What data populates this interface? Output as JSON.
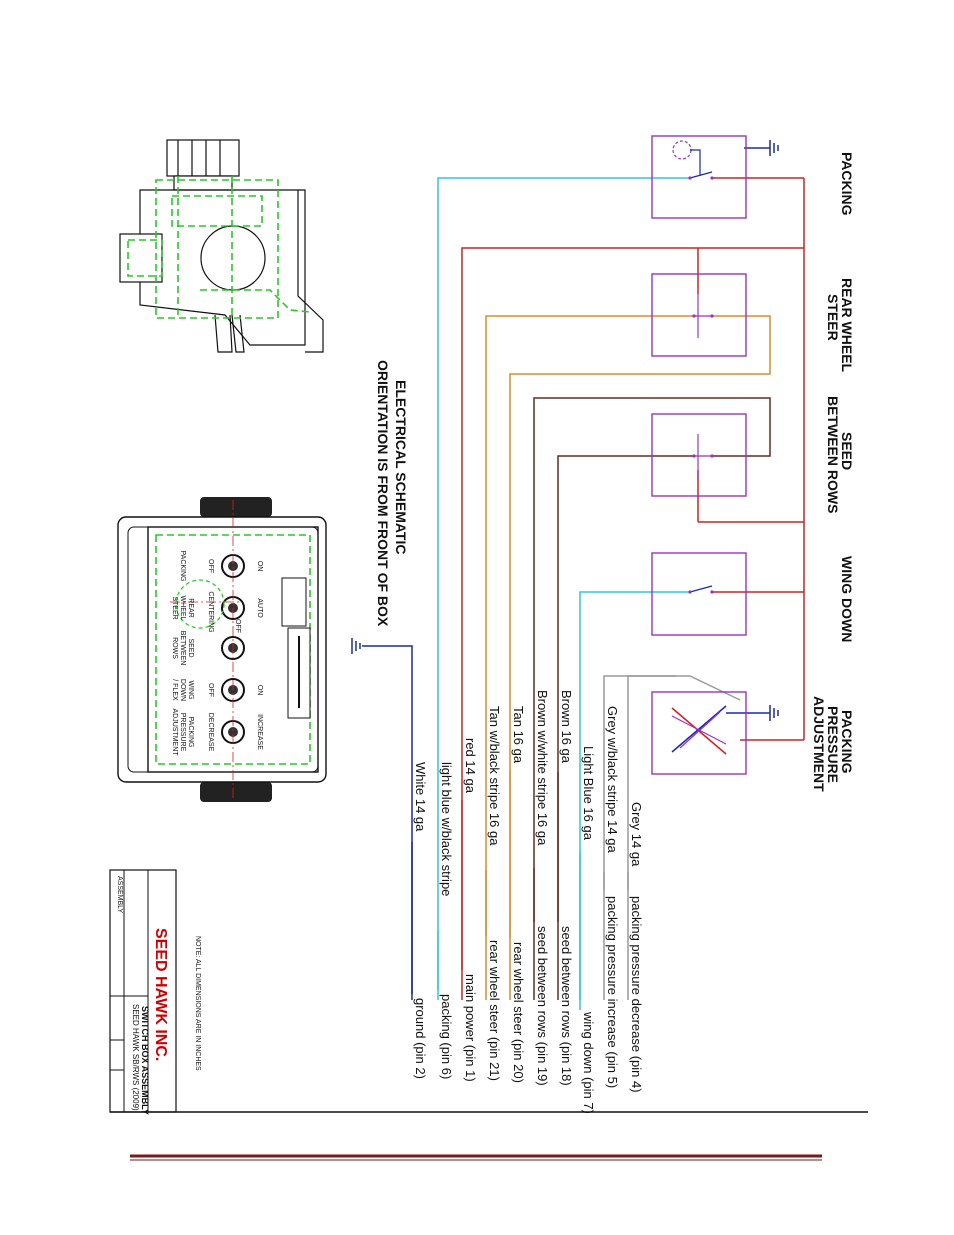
{
  "switch_headers": [
    {
      "id": "packing",
      "lines": [
        "PACKING"
      ]
    },
    {
      "id": "rear-wheel-steer",
      "lines": [
        "REAR WHEEL",
        "STEER"
      ]
    },
    {
      "id": "seed-between-rows",
      "lines": [
        "SEED",
        "BETWEEN ROWS"
      ]
    },
    {
      "id": "wing-down",
      "lines": [
        "WING DOWN"
      ]
    },
    {
      "id": "packing-pressure-adjustment",
      "lines": [
        "PACKING",
        "PRESSURE",
        "ADJUSTMENT"
      ]
    }
  ],
  "orientation_note": [
    "ELECTRICAL SCHEMATIC",
    "ORIENTATION IS FROM FRONT OF BOX"
  ],
  "wires": [
    {
      "id": "grey",
      "color": "#9a9a9a",
      "wire": "Grey 14 ga",
      "function": "packing pressure decrease (pin 4)"
    },
    {
      "id": "grey-black",
      "color": "#9a9a9a",
      "wire": "Grey w/black stripe 14 ga",
      "function": "packing pressure increase (pin 5)"
    },
    {
      "id": "light-blue",
      "color": "#2ec4e8",
      "wire": "Light Blue 16 ga",
      "function": "wing down (pin 7)"
    },
    {
      "id": "brown",
      "color": "#6b2a1a",
      "wire": "Brown 16 ga",
      "function": "seed between rows (pin 18)"
    },
    {
      "id": "brown-white",
      "color": "#6b2a1a",
      "wire": "Brown w/white stripe 16 ga",
      "function": "seed between rows (pin 19)"
    },
    {
      "id": "tan",
      "color": "#e08a2a",
      "wire": "Tan 16 ga",
      "function": "rear wheel steer (pin 20)"
    },
    {
      "id": "tan-black",
      "color": "#e08a2a",
      "wire": "Tan w/black stripe 16 ga",
      "function": "rear wheel steer (pin 21)"
    },
    {
      "id": "red",
      "color": "#d42020",
      "wire": "red 14 ga",
      "function": "main power (pin 1)"
    },
    {
      "id": "lt-blue-blk",
      "color": "#2ec4e8",
      "wire": "light blue w/black stripe",
      "function": "packing (pin 6)"
    },
    {
      "id": "white",
      "color": "#1a2aa8",
      "wire": "White 14 ga",
      "function": "ground (pin 2)"
    }
  ],
  "panel_labels": {
    "on1": "ON",
    "off1": "OFF",
    "auto": "AUTO",
    "centering": "CENTERING",
    "off2": "OFF",
    "on2": "ON",
    "off3": "OFF",
    "increase": "INCREASE",
    "decrease": "DECREASE",
    "sw1": [
      "PACKING"
    ],
    "sw2": [
      "REAR",
      "WHEEL",
      "STEER"
    ],
    "sw3": [
      "SEED",
      "BETWEEN",
      "ROWS"
    ],
    "sw4": [
      "WING",
      "DOWN",
      "/ FLEX"
    ],
    "sw5": [
      "PACKING",
      "PRESSURE",
      "ADJUSTMENT"
    ]
  },
  "title_block": {
    "company": "SEED HAWK INC.",
    "note": "NOTE: ALL DIMENSIONS ARE IN INCHES",
    "title": "SWITCH BOX ASSEMBLY",
    "subtitle": "SEED HAWK SB/RWS (2009)",
    "assembly": "ASSEMBLY"
  },
  "colors": {
    "switch_box": "#9b30c8",
    "housing": "#22cc22",
    "footer_rule": "#7a1a1a"
  }
}
